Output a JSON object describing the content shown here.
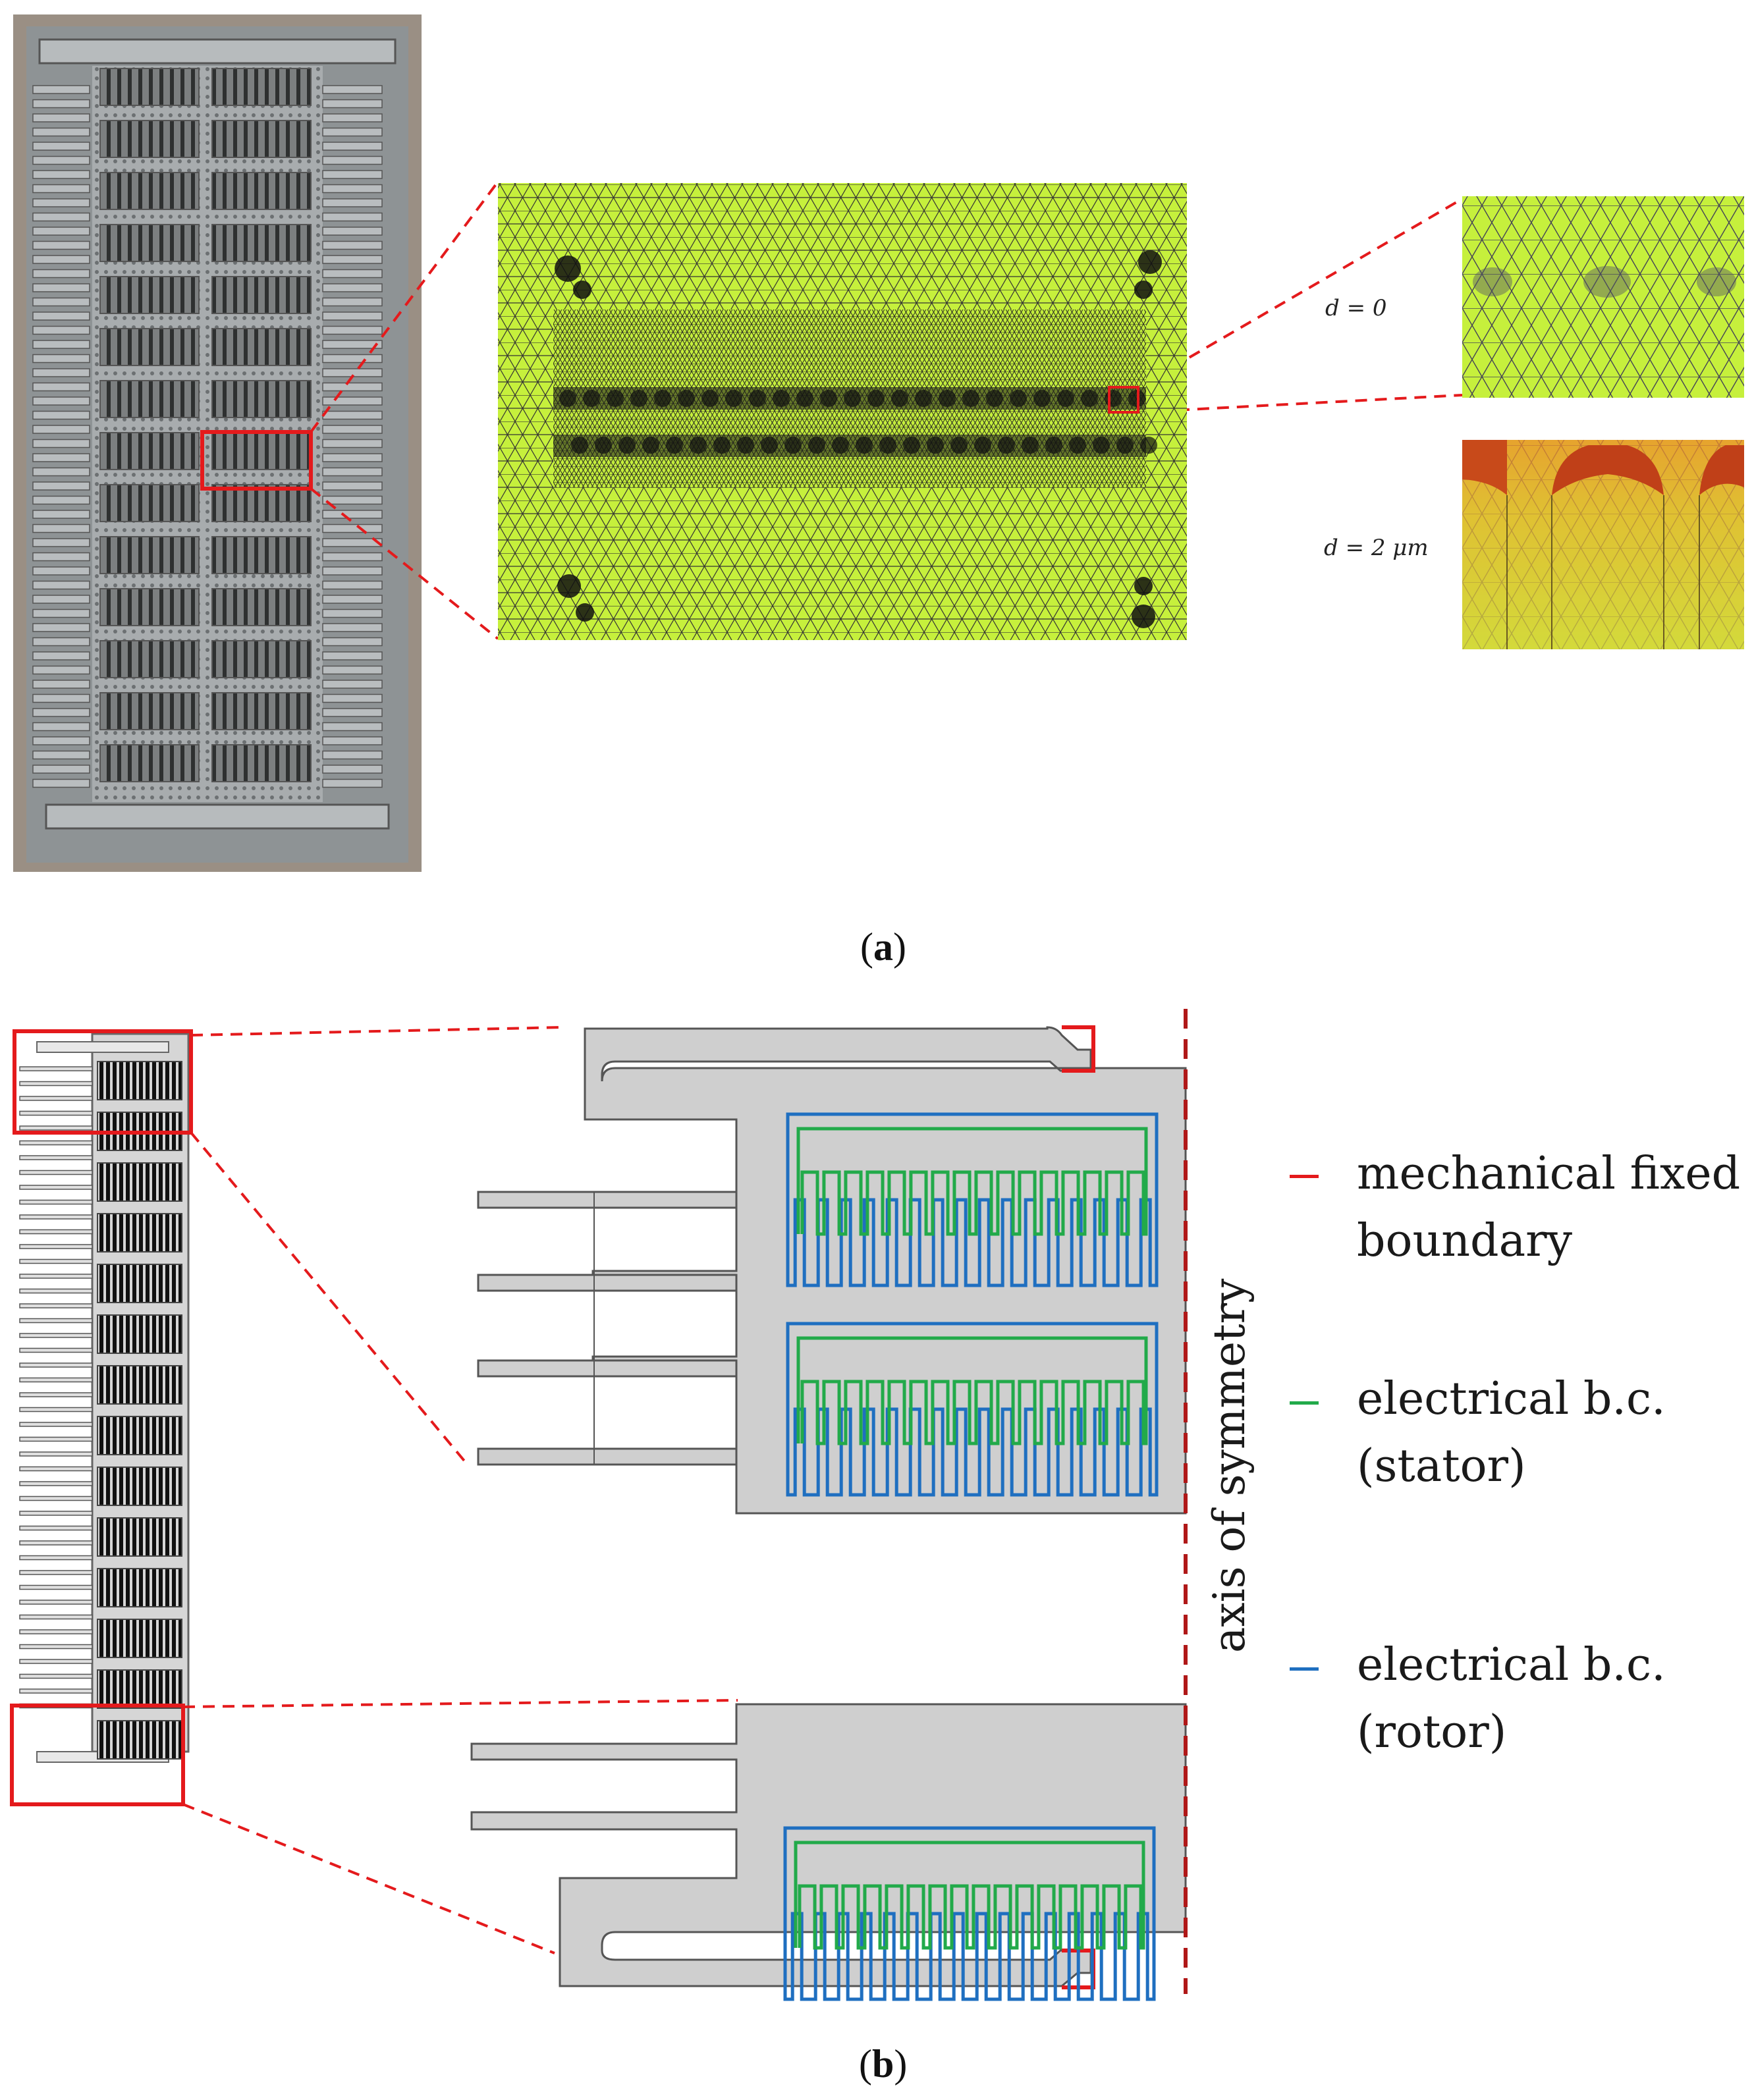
{
  "panels": {
    "a": {
      "label": "a"
    },
    "b": {
      "label": "b"
    }
  },
  "mesh_zoom": {
    "label_top": "d = 0",
    "label_bottom": "d = 2 μm"
  },
  "legend": [
    {
      "text_line1": "mechanical fixed",
      "text_line2": "boundary",
      "color": "#e41a1c"
    },
    {
      "text_line1": "electrical b.c.",
      "text_line2": "(stator)",
      "color": "#22aa4a"
    },
    {
      "text_line1": "electrical b.c.",
      "text_line2": "(rotor)",
      "color": "#1f6fc0"
    }
  ],
  "axis_label": "axis of symmetry",
  "colors": {
    "mesh_fill": "#c6f03c",
    "mesh_fill_deformed": "#e2cf30",
    "chip_bg": "#8f9496",
    "structure_gray": "#cfcfcf",
    "highlight_red": "#e41a1c",
    "stator_green": "#22aa4a",
    "rotor_blue": "#1f6fc0"
  }
}
